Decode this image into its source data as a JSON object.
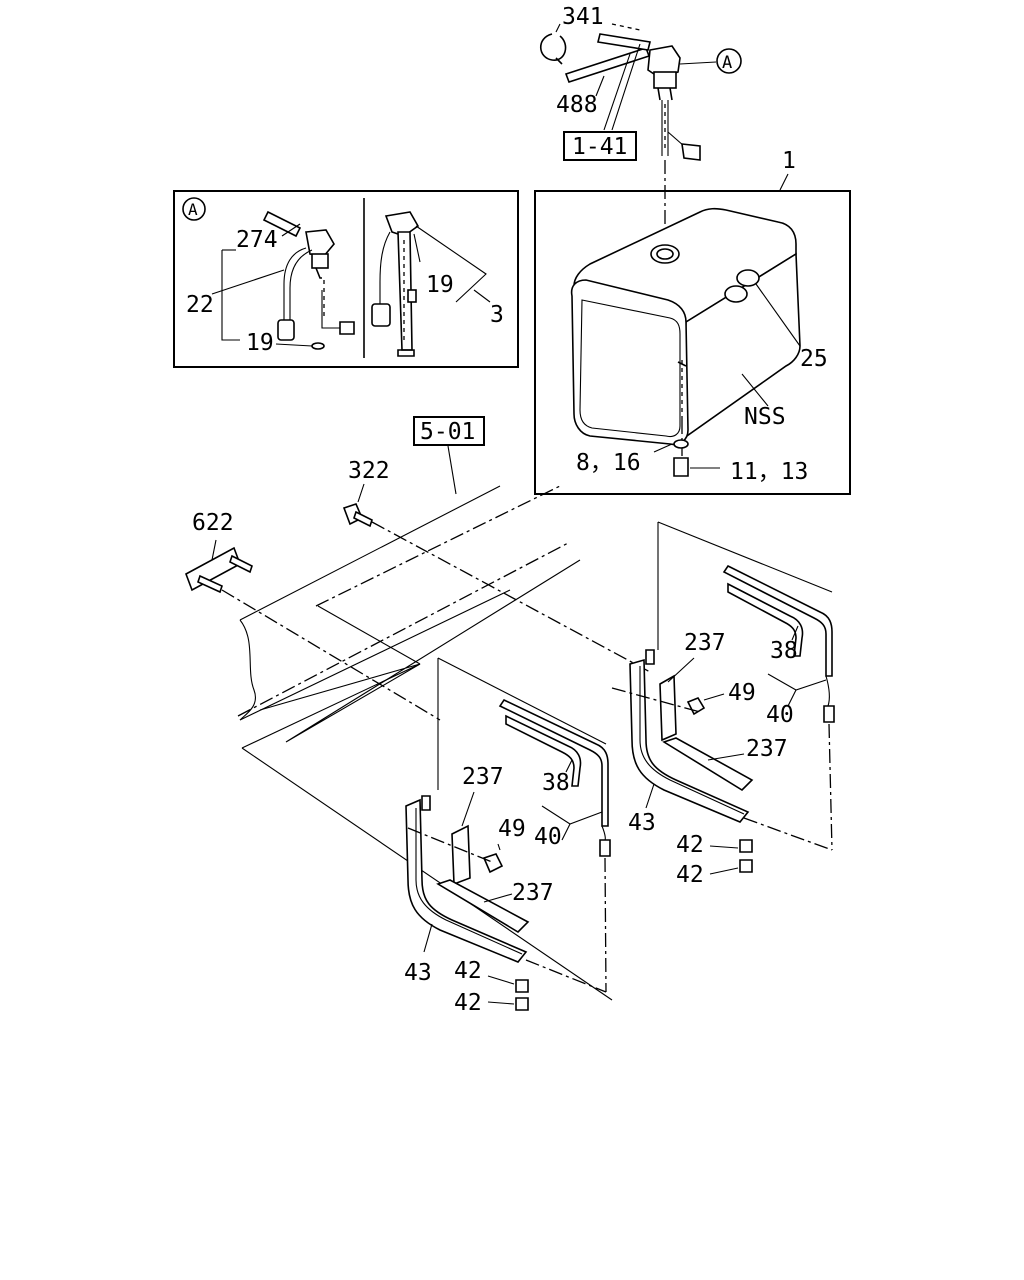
{
  "callouts": {
    "p341": "341",
    "p488": "488",
    "ref_1_41": "1-41",
    "detail_a_top": "A",
    "p1": "1",
    "detail_a": "A",
    "p274": "274",
    "p22": "22",
    "p19_left": "19",
    "p19_right": "19",
    "p3": "3",
    "p25": "25",
    "nss": "NSS",
    "p8_16": "8，16",
    "p11_13": "11，13",
    "ref_5_01": "5-01",
    "p322": "322",
    "p622": "622",
    "p237_r_top": "237",
    "p38_r": "38",
    "p49_r": "49",
    "p40_r": "40",
    "p237_r_low": "237",
    "p43_r": "43",
    "p42_r_a": "42",
    "p42_r_b": "42",
    "p237_l_top": "237",
    "p38_l": "38",
    "p49_l": "49",
    "p40_l": "40",
    "p237_l_low": "237",
    "p43_l": "43",
    "p42_l_a": "42",
    "p42_l_b": "42"
  }
}
